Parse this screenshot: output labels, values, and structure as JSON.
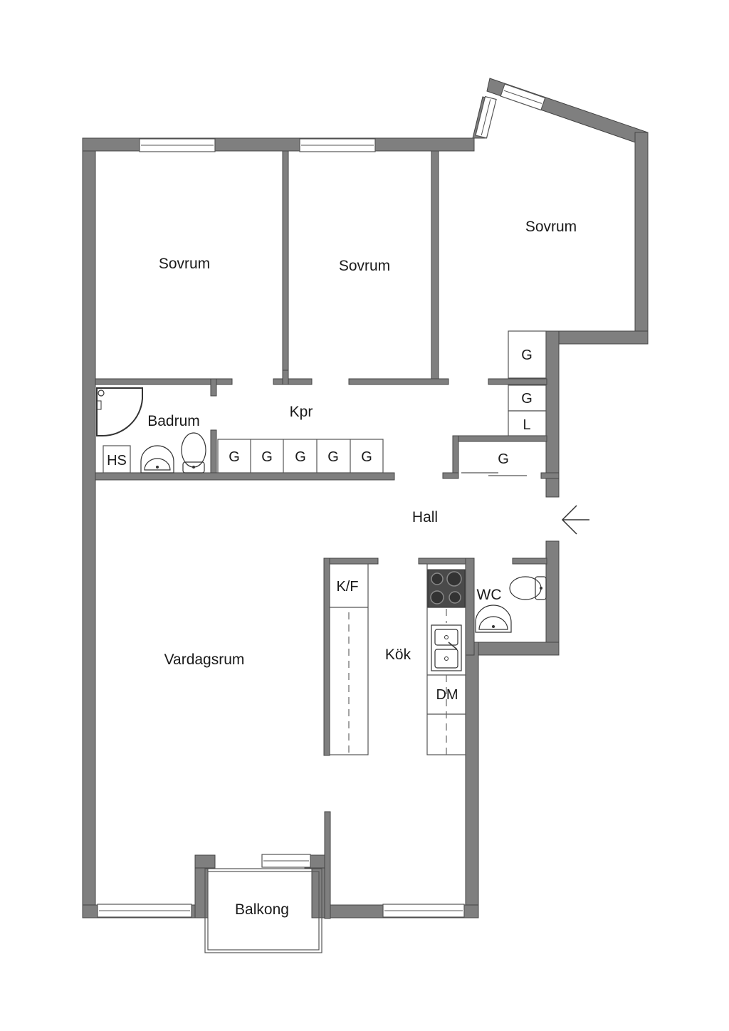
{
  "rooms": {
    "bedroom_1": "Sovrum",
    "bedroom_2": "Sovrum",
    "bedroom_3": "Sovrum",
    "bathroom": "Badrum",
    "closet_room": "Kpr",
    "hall": "Hall",
    "living_room": "Vardagsrum",
    "kitchen": "Kök",
    "wc": "WC",
    "balcony": "Balkong"
  },
  "fixtures": {
    "wardrobes_row": [
      "G",
      "G",
      "G",
      "G",
      "G"
    ],
    "wardrobe_bedroom3_a": "G",
    "wardrobe_bedroom3_b": "G",
    "linen_closet": "L",
    "hall_wardrobe": "G",
    "washer": "HS",
    "fridge_freezer": "K/F",
    "dishwasher": "DM"
  },
  "colors": {
    "wall": "#7f7f7f",
    "background": "#ffffff",
    "stove": "#4a4a4a"
  }
}
